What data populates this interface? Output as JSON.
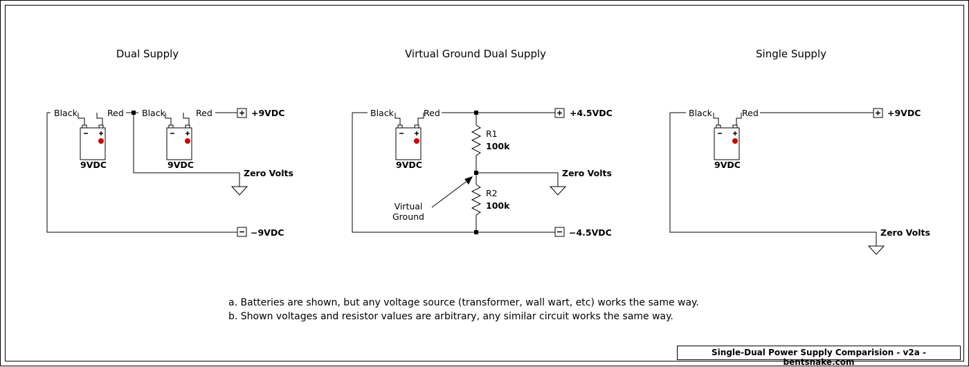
{
  "panels": {
    "dual": {
      "title": "Dual Supply",
      "battery1": {
        "neg_lead": "Black",
        "pos_lead": "Red",
        "label": "9VDC"
      },
      "battery2": {
        "neg_lead": "Black",
        "pos_lead": "Red",
        "label": "9VDC"
      },
      "pos_terminal": "+9VDC",
      "ground": "Zero Volts",
      "neg_terminal": "−9VDC"
    },
    "virtual": {
      "title": "Virtual Ground Dual Supply",
      "battery": {
        "neg_lead": "Black",
        "pos_lead": "Red",
        "label": "9VDC"
      },
      "r1": {
        "name": "R1",
        "value": "100k"
      },
      "r2": {
        "name": "R2",
        "value": "100k"
      },
      "pos_terminal": "+4.5VDC",
      "ground": "Zero Volts",
      "neg_terminal": "−4.5VDC",
      "virtual_ground_line1": "Virtual",
      "virtual_ground_line2": "Ground"
    },
    "single": {
      "title": "Single Supply",
      "battery": {
        "neg_lead": "Black",
        "pos_lead": "Red",
        "label": "9VDC"
      },
      "pos_terminal": "+9VDC",
      "ground": "Zero Volts"
    }
  },
  "notes": {
    "a": "a. Batteries are shown, but any voltage source (transformer, wall wart, etc) works the same way.",
    "b": "b. Shown voltages and resistor values are arbitrary, any similar circuit works the same way."
  },
  "footer": "Single-Dual Power Supply Comparision - v2a - bentsnake.com",
  "colors": {
    "line": "#000000",
    "battery_dot": "#cc0000",
    "background": "#ffffff"
  },
  "symbols": {
    "plus": "+",
    "minus": "−"
  }
}
